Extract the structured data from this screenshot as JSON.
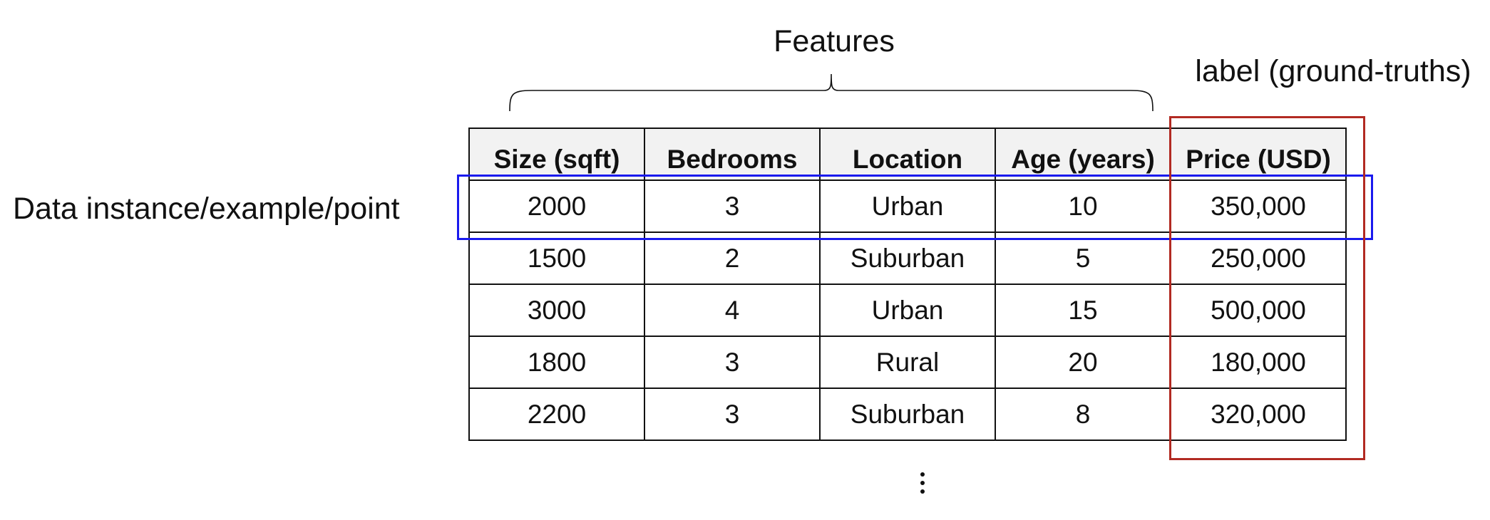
{
  "diagram": {
    "features_label": "Features",
    "label_caption": "label (ground-truths)",
    "instance_caption": "Data instance/example/point",
    "continuation": "⋮",
    "colors": {
      "instance_highlight": "#1a1aee",
      "label_highlight": "#b22a22",
      "header_background": "#f2f2f2"
    },
    "highlighted_row_index": 0,
    "highlighted_column": "Price (USD)"
  },
  "table": {
    "headers": [
      "Size (sqft)",
      "Bedrooms",
      "Location",
      "Age (years)",
      "Price (USD)"
    ],
    "rows": [
      [
        "2000",
        "3",
        "Urban",
        "10",
        "350,000"
      ],
      [
        "1500",
        "2",
        "Suburban",
        "5",
        "250,000"
      ],
      [
        "3000",
        "4",
        "Urban",
        "15",
        "500,000"
      ],
      [
        "1800",
        "3",
        "Rural",
        "20",
        "180,000"
      ],
      [
        "2200",
        "3",
        "Suburban",
        "8",
        "320,000"
      ]
    ]
  }
}
